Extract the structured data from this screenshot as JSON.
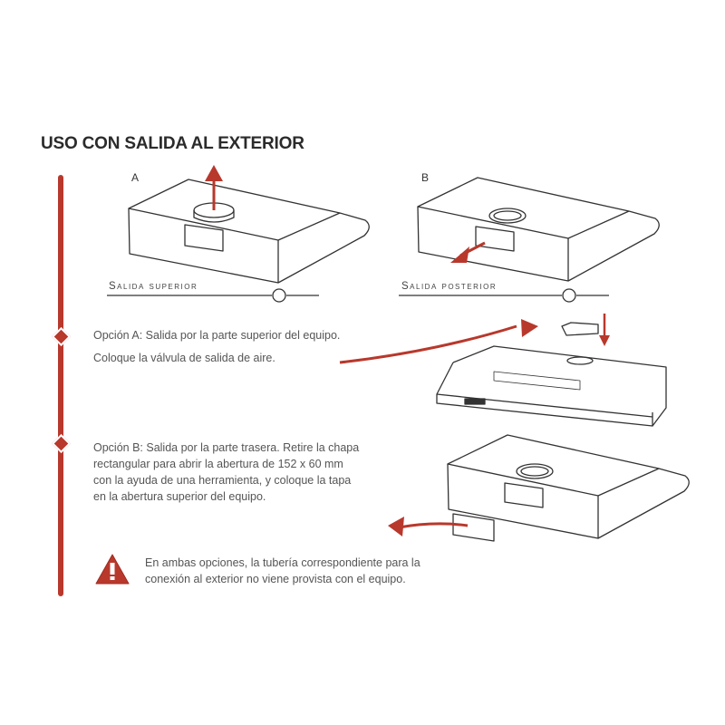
{
  "header": {
    "title": "USO CON SALIDA AL EXTERIOR"
  },
  "diagrams": {
    "a": {
      "letter": "A",
      "caption": "Salida superior"
    },
    "b": {
      "letter": "B",
      "caption": "Salida posterior"
    }
  },
  "option_a": {
    "lines": [
      "Opción A: Salida por la parte superior del equipo.",
      "Coloque la válvula de salida de aire."
    ]
  },
  "option_b": {
    "lines": [
      "Opción B: Salida por la parte trasera. Retire la chapa",
      "rectangular para abrir la abertura de 152 x 60 mm",
      "con la ayuda de una herramienta, y coloque la tapa",
      "en la abertura superior del equipo."
    ]
  },
  "warning": {
    "icon": "warning-triangle-icon",
    "lines": [
      "En ambas opciones, la tubería correspondiente para la",
      "conexión al exterior no viene provista con el equipo."
    ]
  },
  "colors": {
    "accent": "#b8382c",
    "text": "#555555",
    "title": "#2b2b2b"
  }
}
